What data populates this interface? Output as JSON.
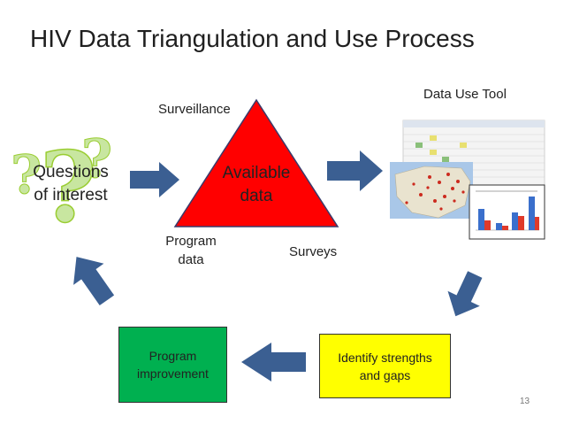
{
  "slide": {
    "title": "HIV Data Triangulation and Use Process",
    "page_number": "13"
  },
  "questions": {
    "line1": "Questions",
    "line2": "of interest"
  },
  "triangle": {
    "line1": "Available",
    "line2": "data",
    "surveillance_label": "Surveillance",
    "program_data_line1": "Program",
    "program_data_line2": "data",
    "surveys_label": "Surveys"
  },
  "data_use_tool": {
    "label": "Data Use Tool"
  },
  "identify_box": {
    "line1": "Identify strengths",
    "line2": "and gaps"
  },
  "program_box": {
    "line1": "Program",
    "line2": "improvement"
  },
  "colors": {
    "arrow": "#3b5f92",
    "triangle_fill": "#ff0000",
    "identify_fill": "#ffff00",
    "program_fill": "#00b050",
    "question_mark": "#9acd32"
  }
}
